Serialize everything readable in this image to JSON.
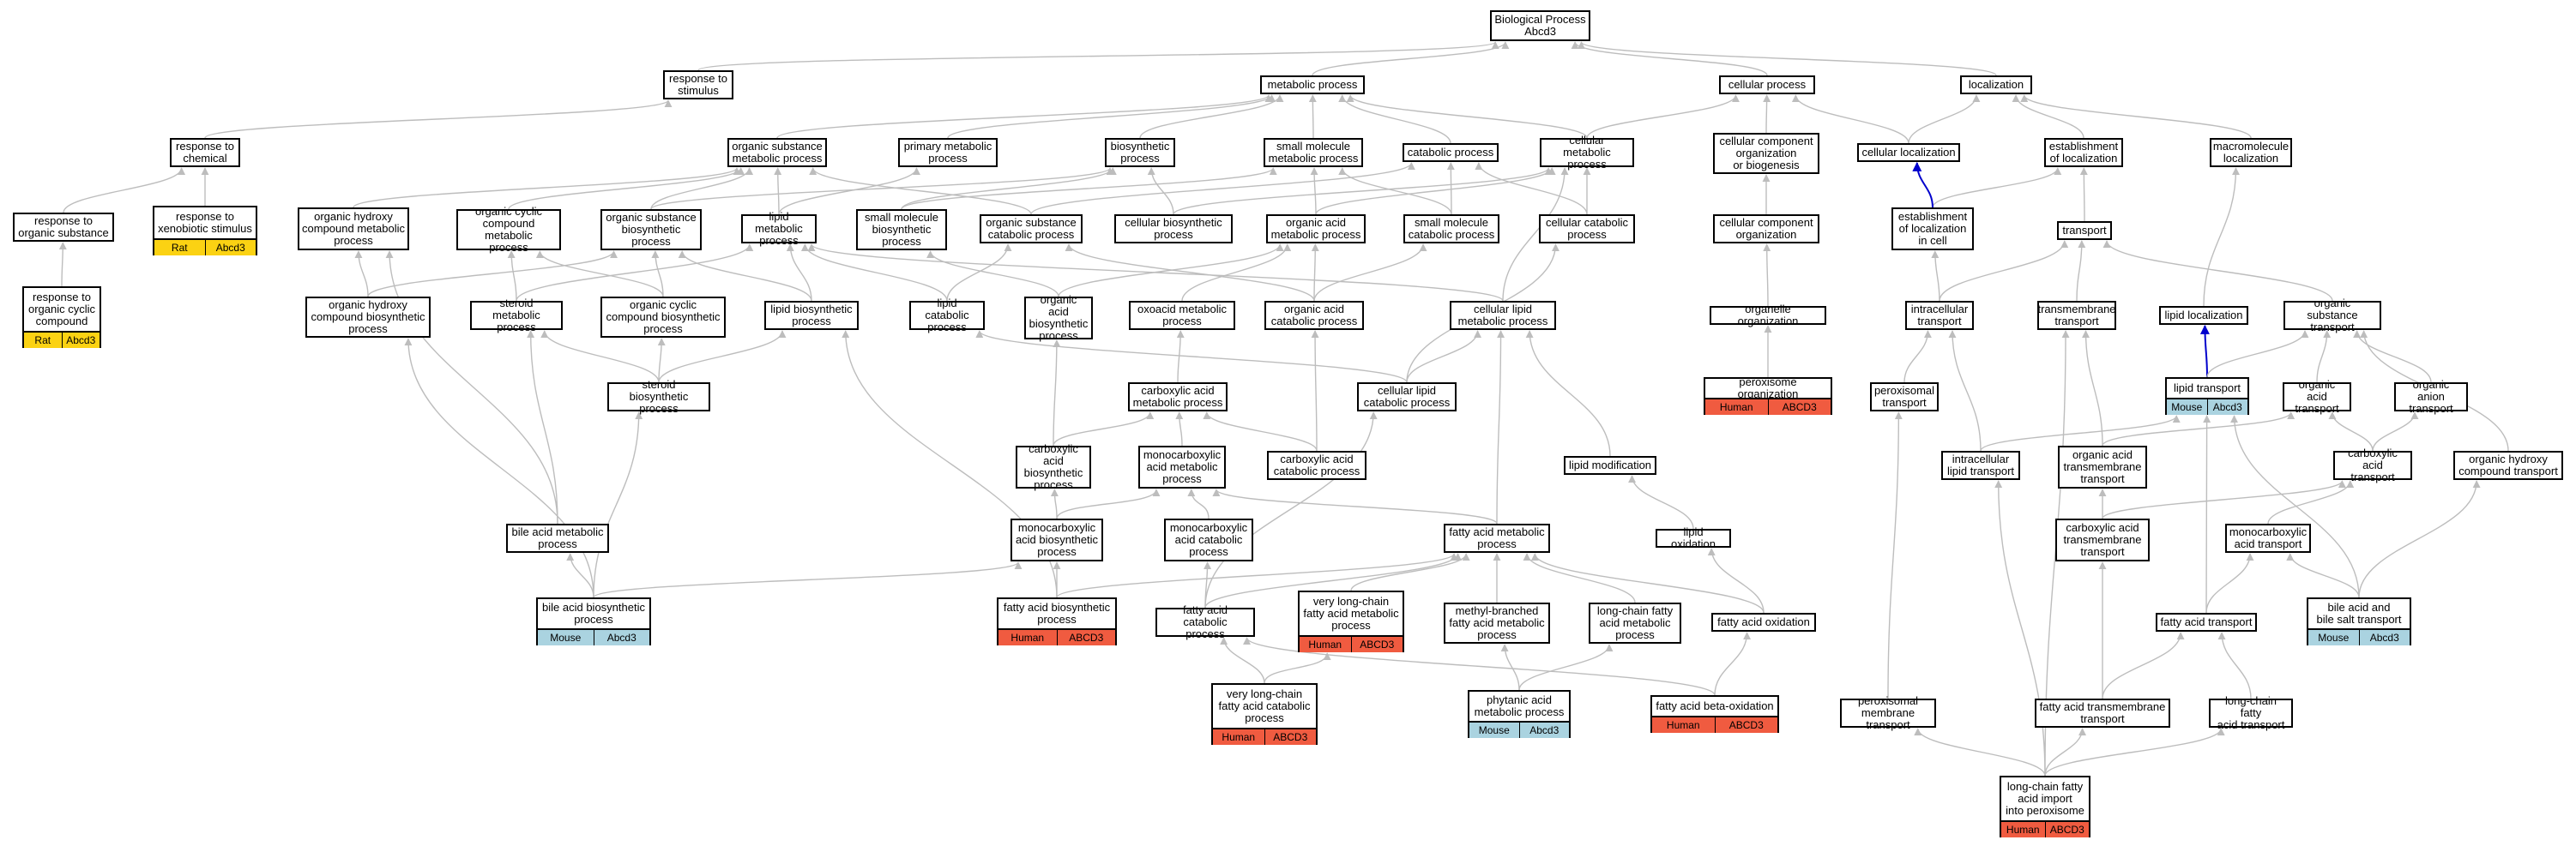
{
  "colors": {
    "human": "#f05b40",
    "mouse": "#aad3e0",
    "rat": "#fbd213",
    "edge": "#bdbdbd",
    "edge_highlight": "#0000cc"
  },
  "nodes": [
    {
      "id": "bp",
      "label": "Biological Process\nAbcd3"
    },
    {
      "id": "resp_stim",
      "label": "response to\nstimulus"
    },
    {
      "id": "metab",
      "label": "metabolic process"
    },
    {
      "id": "cell_proc",
      "label": "cellular process"
    },
    {
      "id": "local",
      "label": "localization"
    },
    {
      "id": "resp_chem",
      "label": "response to\nchemical"
    },
    {
      "id": "org_sub_met",
      "label": "organic substance\nmetabolic process"
    },
    {
      "id": "prim_met",
      "label": "primary metabolic\nprocess"
    },
    {
      "id": "biosyn",
      "label": "biosynthetic\nprocess"
    },
    {
      "id": "small_mol_met",
      "label": "small molecule\nmetabolic process"
    },
    {
      "id": "catab",
      "label": "catabolic process"
    },
    {
      "id": "cell_met",
      "label": "cellular metabolic\nprocess"
    },
    {
      "id": "cc_org",
      "label": "cellular component\norganization\nor biogenesis"
    },
    {
      "id": "cell_local",
      "label": "cellular localization"
    },
    {
      "id": "estab_local",
      "label": "establishment\nof localization"
    },
    {
      "id": "macro_local",
      "label": "macromolecule\nlocalization"
    },
    {
      "id": "resp_org_sub",
      "label": "response to\norganic substance"
    },
    {
      "id": "resp_xeno",
      "label": "response to\nxenobiotic stimulus",
      "species": "Rat",
      "gene": "Abcd3"
    },
    {
      "id": "org_hydroxy_met",
      "label": "organic hydroxy\ncompound metabolic\nprocess"
    },
    {
      "id": "org_cyclic_met",
      "label": "organic cyclic\ncompound metabolic\nprocess"
    },
    {
      "id": "org_sub_biosyn",
      "label": "organic substance\nbiosynthetic\nprocess"
    },
    {
      "id": "lipid_met",
      "label": "lipid metabolic\nprocess"
    },
    {
      "id": "small_mol_biosyn",
      "label": "small molecule\nbiosynthetic\nprocess"
    },
    {
      "id": "org_sub_catab",
      "label": "organic substance\ncatabolic process"
    },
    {
      "id": "cell_biosyn",
      "label": "cellular biosynthetic\nprocess"
    },
    {
      "id": "org_acid_met",
      "label": "organic acid\nmetabolic process"
    },
    {
      "id": "small_mol_catab",
      "label": "small molecule\ncatabolic process"
    },
    {
      "id": "cell_catab",
      "label": "cellular catabolic\nprocess"
    },
    {
      "id": "cc_org2",
      "label": "cellular component\norganization"
    },
    {
      "id": "estab_local_cell",
      "label": "establishment\nof localization\nin cell"
    },
    {
      "id": "transport",
      "label": "transport"
    },
    {
      "id": "resp_org_cyc",
      "label": "response to\norganic cyclic\ncompound",
      "species": "Rat",
      "gene": "Abcd3"
    },
    {
      "id": "org_hydroxy_biosyn",
      "label": "organic hydroxy\ncompound biosynthetic\nprocess"
    },
    {
      "id": "steroid_met",
      "label": "steroid metabolic\nprocess"
    },
    {
      "id": "org_cyclic_biosyn",
      "label": "organic cyclic\ncompound biosynthetic\nprocess"
    },
    {
      "id": "lipid_biosyn",
      "label": "lipid biosynthetic\nprocess"
    },
    {
      "id": "lipid_catab",
      "label": "lipid catabolic\nprocess"
    },
    {
      "id": "org_acid_biosyn",
      "label": "organic acid\nbiosynthetic\nprocess"
    },
    {
      "id": "oxoacid_met",
      "label": "oxoacid metabolic\nprocess"
    },
    {
      "id": "org_acid_catab",
      "label": "organic acid\ncatabolic process"
    },
    {
      "id": "cell_lipid_met",
      "label": "cellular lipid\nmetabolic process"
    },
    {
      "id": "organelle_org",
      "label": "organelle organization"
    },
    {
      "id": "intracell_transport",
      "label": "intracellular\ntransport"
    },
    {
      "id": "transmem_transport",
      "label": "transmembrane\ntransport"
    },
    {
      "id": "lipid_local",
      "label": "lipid localization"
    },
    {
      "id": "org_sub_transport",
      "label": "organic substance\ntransport"
    },
    {
      "id": "steroid_biosyn",
      "label": "steroid biosynthetic\nprocess"
    },
    {
      "id": "carbox_met",
      "label": "carboxylic acid\nmetabolic process"
    },
    {
      "id": "cell_lipid_catab",
      "label": "cellular lipid\ncatabolic process"
    },
    {
      "id": "perox_org",
      "label": "peroxisome organization",
      "species": "Human",
      "gene": "ABCD3"
    },
    {
      "id": "perox_transport",
      "label": "peroxisomal\ntransport"
    },
    {
      "id": "lipid_transport",
      "label": "lipid transport",
      "species": "Mouse",
      "gene": "Abcd3"
    },
    {
      "id": "org_acid_transport",
      "label": "organic acid\ntransport"
    },
    {
      "id": "org_anion_transport",
      "label": "organic anion\ntransport"
    },
    {
      "id": "carbox_biosyn",
      "label": "carboxylic acid\nbiosynthetic\nprocess"
    },
    {
      "id": "monocarb_met",
      "label": "monocarboxylic\nacid metabolic\nprocess"
    },
    {
      "id": "carbox_catab",
      "label": "carboxylic acid\ncatabolic process"
    },
    {
      "id": "lipid_mod",
      "label": "lipid modification"
    },
    {
      "id": "intracell_lipid_transport",
      "label": "intracellular\nlipid transport"
    },
    {
      "id": "org_acid_transmem",
      "label": "organic acid\ntransmembrane\ntransport"
    },
    {
      "id": "carbox_transport",
      "label": "carboxylic acid\ntransport"
    },
    {
      "id": "org_hydroxy_transport",
      "label": "organic hydroxy\ncompound transport"
    },
    {
      "id": "bile_met",
      "label": "bile acid metabolic\nprocess"
    },
    {
      "id": "monocarb_biosyn",
      "label": "monocarboxylic\nacid biosynthetic\nprocess"
    },
    {
      "id": "monocarb_catab",
      "label": "monocarboxylic\nacid catabolic\nprocess"
    },
    {
      "id": "fatty_met",
      "label": "fatty acid metabolic\nprocess"
    },
    {
      "id": "lipid_ox",
      "label": "lipid oxidation"
    },
    {
      "id": "carbox_transmem",
      "label": "carboxylic acid\ntransmembrane\ntransport"
    },
    {
      "id": "monocarb_transport",
      "label": "monocarboxylic\nacid transport"
    },
    {
      "id": "bile_biosyn",
      "label": "bile acid biosynthetic\nprocess",
      "species": "Mouse",
      "gene": "Abcd3"
    },
    {
      "id": "fatty_biosyn",
      "label": "fatty acid biosynthetic\nprocess",
      "species": "Human",
      "gene": "ABCD3"
    },
    {
      "id": "vlc_fatty_met",
      "label": "very long-chain\nfatty acid metabolic\nprocess",
      "species": "Human",
      "gene": "ABCD3"
    },
    {
      "id": "fatty_catab",
      "label": "fatty acid catabolic\nprocess"
    },
    {
      "id": "methyl_fatty_met",
      "label": "methyl-branched\nfatty acid metabolic\nprocess"
    },
    {
      "id": "lc_fatty_met",
      "label": "long-chain fatty\nacid metabolic\nprocess"
    },
    {
      "id": "fatty_ox",
      "label": "fatty acid oxidation"
    },
    {
      "id": "fatty_transport",
      "label": "fatty acid transport"
    },
    {
      "id": "bile_salt_transport",
      "label": "bile acid and\nbile salt transport",
      "species": "Mouse",
      "gene": "Abcd3"
    },
    {
      "id": "vlc_fatty_catab",
      "label": "very long-chain\nfatty acid catabolic\nprocess",
      "species": "Human",
      "gene": "ABCD3"
    },
    {
      "id": "phytanic_met",
      "label": "phytanic acid\nmetabolic process",
      "species": "Mouse",
      "gene": "Abcd3"
    },
    {
      "id": "fatty_beta_ox",
      "label": "fatty acid beta-oxidation",
      "species": "Human",
      "gene": "ABCD3"
    },
    {
      "id": "perox_mem_transport",
      "label": "peroxisomal\nmembrane transport"
    },
    {
      "id": "fatty_transmem",
      "label": "fatty acid transmembrane\ntransport"
    },
    {
      "id": "lc_fatty_transport",
      "label": "long-chain fatty\nacid transport"
    },
    {
      "id": "lc_fatty_import",
      "label": "long-chain fatty\nacid import\ninto peroxisome",
      "species": "Human",
      "gene": "ABCD3"
    }
  ]
}
